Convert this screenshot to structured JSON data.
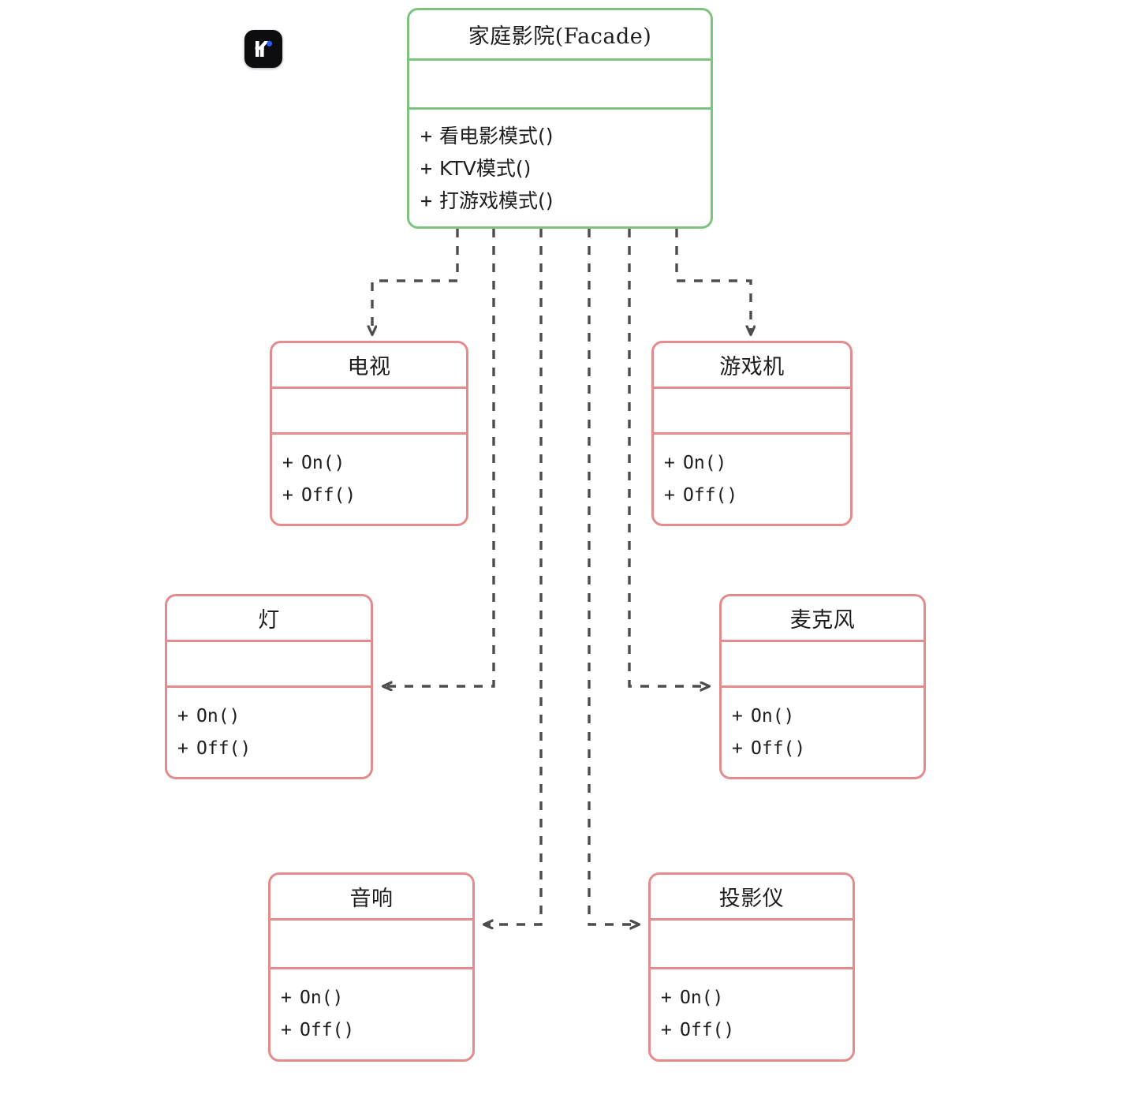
{
  "diagram": {
    "type": "uml-class-diagram",
    "pattern": "Facade",
    "background": "#ffffff",
    "colors": {
      "facade_border": "#7cc47f",
      "subsystem_border": "#e48b8b",
      "edge": "#4d4d4d",
      "text": "#1d1d1f",
      "logo_bg": "#0d0d10",
      "logo_accent": "#2b5bf0"
    }
  },
  "logo": {
    "name": "k-logo",
    "letter": "K"
  },
  "classes": [
    {
      "id": "facade",
      "name": "家庭影院(Facade)",
      "role": "facade",
      "attributes": [],
      "methods": [
        {
          "visibility": "+",
          "signature": "看电影模式()"
        },
        {
          "visibility": "+",
          "signature": "KTV模式()"
        },
        {
          "visibility": "+",
          "signature": "打游戏模式()"
        }
      ]
    },
    {
      "id": "tv",
      "name": "电视",
      "role": "subsystem",
      "attributes": [],
      "methods": [
        {
          "visibility": "+",
          "signature": "On()"
        },
        {
          "visibility": "+",
          "signature": "Off()"
        }
      ]
    },
    {
      "id": "console",
      "name": "游戏机",
      "role": "subsystem",
      "attributes": [],
      "methods": [
        {
          "visibility": "+",
          "signature": "On()"
        },
        {
          "visibility": "+",
          "signature": "Off()"
        }
      ]
    },
    {
      "id": "lamp",
      "name": "灯",
      "role": "subsystem",
      "attributes": [],
      "methods": [
        {
          "visibility": "+",
          "signature": "On()"
        },
        {
          "visibility": "+",
          "signature": "Off()"
        }
      ]
    },
    {
      "id": "microphone",
      "name": "麦克风",
      "role": "subsystem",
      "attributes": [],
      "methods": [
        {
          "visibility": "+",
          "signature": "On()"
        },
        {
          "visibility": "+",
          "signature": "Off()"
        }
      ]
    },
    {
      "id": "speaker",
      "name": "音响",
      "role": "subsystem",
      "attributes": [],
      "methods": [
        {
          "visibility": "+",
          "signature": "On()"
        },
        {
          "visibility": "+",
          "signature": "Off()"
        }
      ]
    },
    {
      "id": "projector",
      "name": "投影仪",
      "role": "subsystem",
      "attributes": [],
      "methods": [
        {
          "visibility": "+",
          "signature": "On()"
        },
        {
          "visibility": "+",
          "signature": "Off()"
        }
      ]
    }
  ],
  "relations": [
    {
      "from": "facade",
      "to": "tv",
      "style": "dashed",
      "arrow": "open",
      "kind": "dependency"
    },
    {
      "from": "facade",
      "to": "lamp",
      "style": "dashed",
      "arrow": "open",
      "kind": "dependency"
    },
    {
      "from": "facade",
      "to": "speaker",
      "style": "dashed",
      "arrow": "open",
      "kind": "dependency"
    },
    {
      "from": "facade",
      "to": "projector",
      "style": "dashed",
      "arrow": "open",
      "kind": "dependency"
    },
    {
      "from": "facade",
      "to": "microphone",
      "style": "dashed",
      "arrow": "open",
      "kind": "dependency"
    },
    {
      "from": "facade",
      "to": "console",
      "style": "dashed",
      "arrow": "open",
      "kind": "dependency"
    }
  ]
}
